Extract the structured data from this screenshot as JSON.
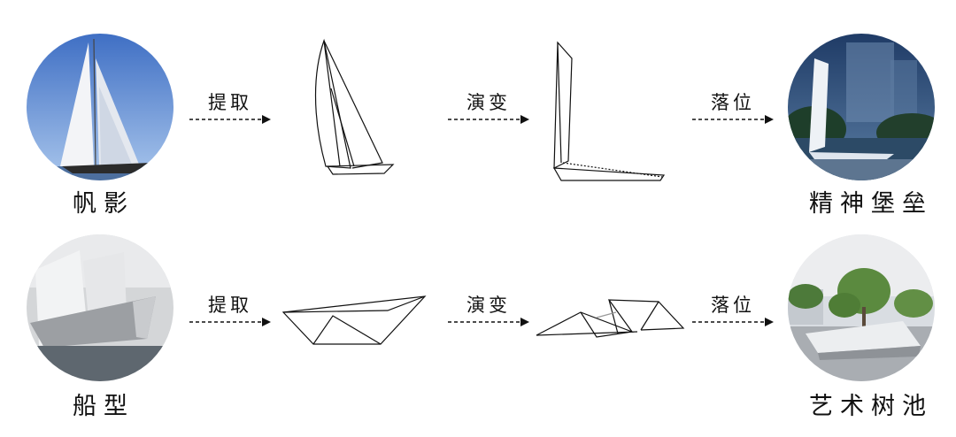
{
  "rows": [
    {
      "source_caption": "帆影",
      "arrows": [
        "提取",
        "演变",
        "落位"
      ],
      "result_caption": "精神堡垒"
    },
    {
      "source_caption": "船型",
      "arrows": [
        "提取",
        "演变",
        "落位"
      ],
      "result_caption": "艺术树池"
    }
  ]
}
